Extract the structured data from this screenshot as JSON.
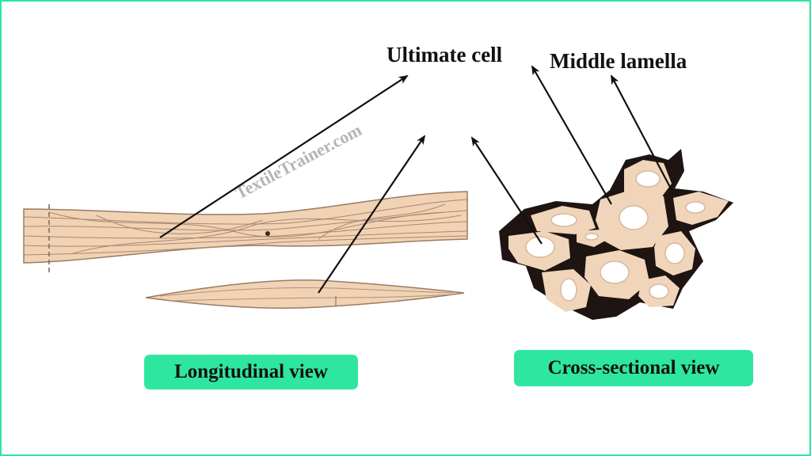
{
  "labels": {
    "ultimate_cell": "Ultimate cell",
    "middle_lamella": "Middle lamella",
    "longitudinal_view": "Longitudinal view",
    "cross_sectional_view": "Cross-sectional view"
  },
  "watermark": "TextileTrainer.com",
  "colors": {
    "frame": "#2ee6a0",
    "pill": "#2ee6a0",
    "fiber_fill": "#f1d2b4",
    "fiber_line": "#9a7c63",
    "lamella": "#1e1412",
    "cell_fill": "#f0d5bb",
    "lumen_fill": "#ffffff",
    "arrow": "#111111",
    "watermark": "#b5b5b5"
  }
}
